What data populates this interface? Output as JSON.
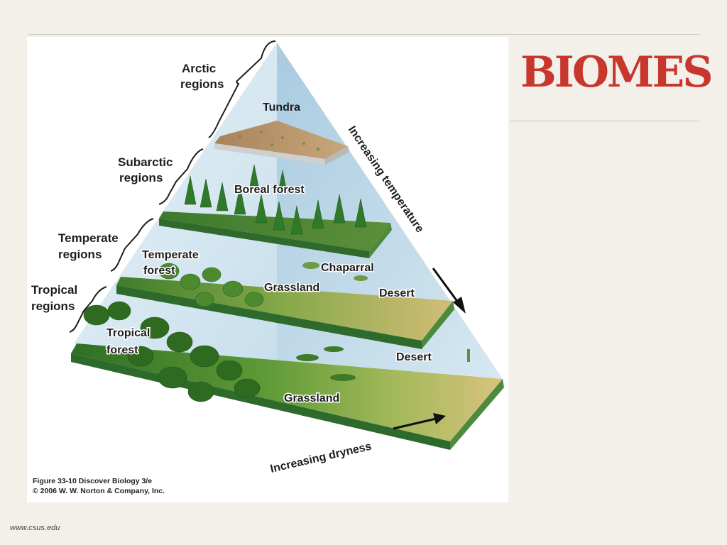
{
  "slide": {
    "title": "BIOMES",
    "source": "www.csus.edu"
  },
  "figure": {
    "region_labels": {
      "arctic_1": "Arctic",
      "arctic_2": "regions",
      "subarctic_1": "Subarctic",
      "subarctic_2": "regions",
      "temperate_1": "Temperate",
      "temperate_2": "regions",
      "tropical_1": "Tropical",
      "tropical_2": "regions"
    },
    "biome_labels": {
      "tundra": "Tundra",
      "boreal_forest": "Boreal forest",
      "temperate_forest_1": "Temperate",
      "temperate_forest_2": "forest",
      "chaparral": "Chaparral",
      "grassland_temperate": "Grassland",
      "desert_temperate": "Desert",
      "tropical_forest_1": "Tropical",
      "tropical_forest_2": "forest",
      "desert_tropical": "Desert",
      "grassland_tropical": "Grassland"
    },
    "axes": {
      "temperature": "Increasing temperature",
      "dryness": "Increasing dryness"
    },
    "caption": {
      "line1": "Figure 33-10  Discover Biology 3/e",
      "line2": "© 2006 W. W. Norton & Company, Inc."
    }
  },
  "colors": {
    "title": "#c8372d",
    "forest_green": "#3f7f2c",
    "grass_green": "#8aae4a",
    "desert_tan": "#d7bf7c",
    "slab_edge": "#2c6a2c",
    "sky_glass": "#cde3ef"
  }
}
